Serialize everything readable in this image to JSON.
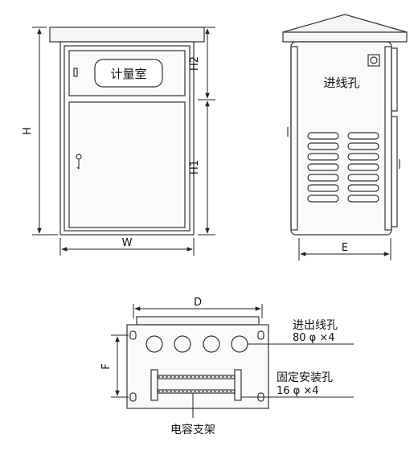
{
  "labels": {
    "meter_room": "计量室",
    "height_total": "H",
    "height_upper": "H2",
    "height_lower": "H1",
    "width": "W",
    "depth_side": "E",
    "inlet_hole": "进线孔",
    "depth_top": "D",
    "side_f": "F",
    "io_hole": "进出线孔",
    "io_hole_spec": "80 φ ×4",
    "fix_hole": "固定安装孔",
    "fix_hole_spec": "16 φ ×4",
    "capacitor_rack": "电容支架"
  }
}
